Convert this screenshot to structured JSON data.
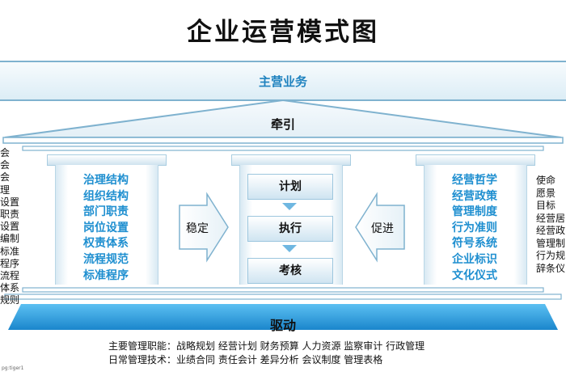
{
  "title": "企业运营模式图",
  "banner": "主营业务",
  "roof": "牵引",
  "base": "驱动",
  "left_column": [
    "治理结构",
    "组织结构",
    "部门职责",
    "岗位设置",
    "权责体系",
    "流程规范",
    "标准程序"
  ],
  "center_steps": [
    "计划",
    "执行",
    "考核"
  ],
  "right_column": [
    "经营哲学",
    "经营政策",
    "管理制度",
    "行为准则",
    "符号系统",
    "企业标识",
    "文化仪式"
  ],
  "left_arrow_label": "稳定",
  "right_arrow_label": "促进",
  "bottom_lines": [
    "主要管理职能：战略规划 经营计划 财务预算 人力资源 监察审计 行政管理",
    "日常管理技术：业绩合同 责任会计 差异分析 会议制度 管理表格"
  ],
  "left_edge_text": [
    "会",
    "会",
    "会",
    "理",
    "设置",
    "职责",
    "设置",
    "编制",
    "标准",
    "程序",
    "流程",
    "体系",
    "规则"
  ],
  "right_edge_text": [
    "使命",
    "愿景",
    "目标",
    "经营居",
    "经营政",
    "管理制",
    "行为规",
    "辞条仪"
  ],
  "footnote": "pg:tiger1"
}
